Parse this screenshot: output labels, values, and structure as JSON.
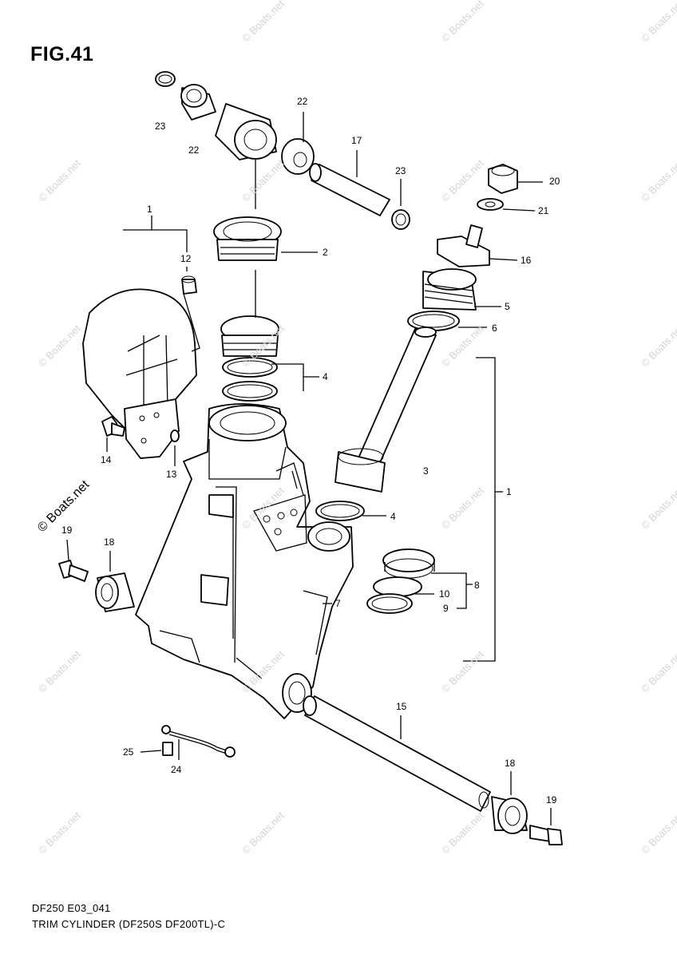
{
  "figure": {
    "title": "FIG.41",
    "code": "DF250 E03_041",
    "name": "TRIM CYLINDER (DF250S DF200TL)-C"
  },
  "watermark": {
    "text": "© Boats.net"
  },
  "callouts": [
    {
      "id": "lbl-23a",
      "text": "23"
    },
    {
      "id": "lbl-22a",
      "text": "22"
    },
    {
      "id": "lbl-22b",
      "text": "22"
    },
    {
      "id": "lbl-17",
      "text": "17"
    },
    {
      "id": "lbl-23b",
      "text": "23"
    },
    {
      "id": "lbl-20",
      "text": "20"
    },
    {
      "id": "lbl-21",
      "text": "21"
    },
    {
      "id": "lbl-1a",
      "text": "1"
    },
    {
      "id": "lbl-2",
      "text": "2"
    },
    {
      "id": "lbl-16",
      "text": "16"
    },
    {
      "id": "lbl-12",
      "text": "12"
    },
    {
      "id": "lbl-5",
      "text": "5"
    },
    {
      "id": "lbl-6",
      "text": "6"
    },
    {
      "id": "lbl-4a",
      "text": "4"
    },
    {
      "id": "lbl-14",
      "text": "14"
    },
    {
      "id": "lbl-13",
      "text": "13"
    },
    {
      "id": "lbl-3",
      "text": "3"
    },
    {
      "id": "lbl-1b",
      "text": "1"
    },
    {
      "id": "lbl-4b",
      "text": "4"
    },
    {
      "id": "lbl-19a",
      "text": "19"
    },
    {
      "id": "lbl-18a",
      "text": "18"
    },
    {
      "id": "lbl-8",
      "text": "8"
    },
    {
      "id": "lbl-10",
      "text": "10"
    },
    {
      "id": "lbl-7",
      "text": "7"
    },
    {
      "id": "lbl-9",
      "text": "9"
    },
    {
      "id": "lbl-15",
      "text": "15"
    },
    {
      "id": "lbl-25",
      "text": "25"
    },
    {
      "id": "lbl-24",
      "text": "24"
    },
    {
      "id": "lbl-18b",
      "text": "18"
    },
    {
      "id": "lbl-19b",
      "text": "19"
    }
  ]
}
